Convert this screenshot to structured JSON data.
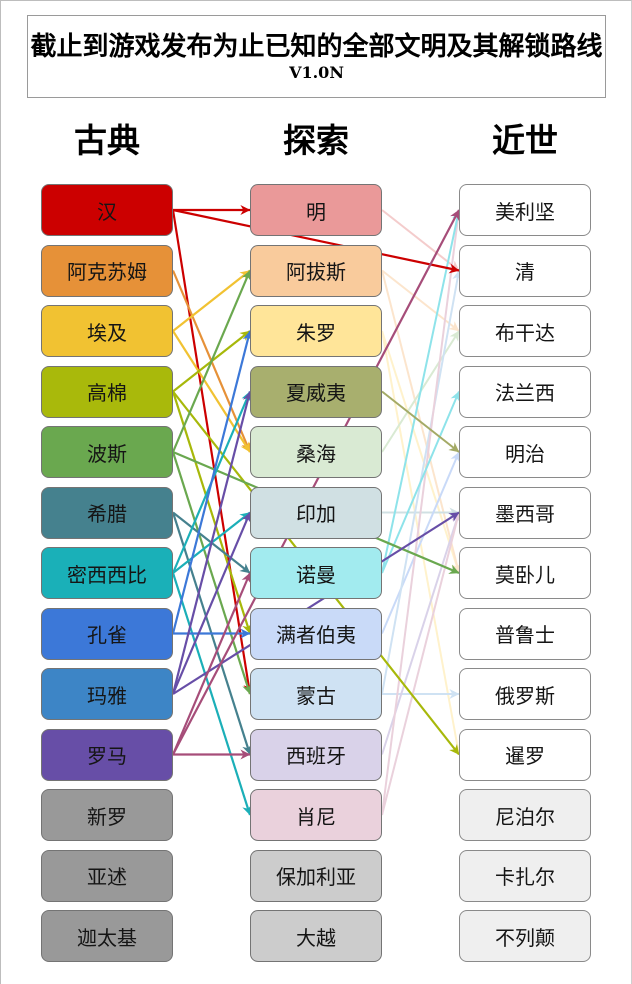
{
  "title": {
    "main": "截止到游戏发布为止已知的全部文明及其解锁路线",
    "version": "V1.0N"
  },
  "columns": [
    {
      "id": "antiquity",
      "header": "古典",
      "civs": [
        {
          "name": "汉",
          "color": "#CC0000"
        },
        {
          "name": "阿克苏姆",
          "color": "#E69138"
        },
        {
          "name": "埃及",
          "color": "#F1C232"
        },
        {
          "name": "高棉",
          "color": "#A9B90B"
        },
        {
          "name": "波斯",
          "color": "#6AA84F"
        },
        {
          "name": "希腊",
          "color": "#45818E"
        },
        {
          "name": "密西西比",
          "color": "#1AB0B8"
        },
        {
          "name": "孔雀",
          "color": "#3C78D8"
        },
        {
          "name": "玛雅",
          "color": "#3D85C6"
        },
        {
          "name": "罗马",
          "color": "#674EA7"
        },
        {
          "name": "新罗",
          "color": "#999999"
        },
        {
          "name": "亚述",
          "color": "#999999"
        },
        {
          "name": "迦太基",
          "color": "#999999"
        }
      ]
    },
    {
      "id": "exploration",
      "header": "探索",
      "civs": [
        {
          "name": "明",
          "color": "#EA9999"
        },
        {
          "name": "阿拔斯",
          "color": "#F9CB9C"
        },
        {
          "name": "朱罗",
          "color": "#FFE599"
        },
        {
          "name": "夏威夷",
          "color": "#A8AF6E"
        },
        {
          "name": "桑海",
          "color": "#D9EAD3"
        },
        {
          "name": "印加",
          "color": "#D0E0E3"
        },
        {
          "name": "诺曼",
          "color": "#A2EBEF"
        },
        {
          "name": "满者伯夷",
          "color": "#C9DAF8"
        },
        {
          "name": "蒙古",
          "color": "#CFE2F3"
        },
        {
          "name": "西班牙",
          "color": "#D9D2E9"
        },
        {
          "name": "肖尼",
          "color": "#EAD1DC"
        },
        {
          "name": "保加利亚",
          "color": "#CCCCCC"
        },
        {
          "name": "大越",
          "color": "#CCCCCC"
        }
      ]
    },
    {
      "id": "modern",
      "header": "近世",
      "civs": [
        {
          "name": "美利坚",
          "color": "#FFFFFF"
        },
        {
          "name": "清",
          "color": "#FFFFFF"
        },
        {
          "name": "布干达",
          "color": "#FFFFFF"
        },
        {
          "name": "法兰西",
          "color": "#FFFFFF"
        },
        {
          "name": "明治",
          "color": "#FFFFFF"
        },
        {
          "name": "墨西哥",
          "color": "#FFFFFF"
        },
        {
          "name": "莫卧儿",
          "color": "#FFFFFF"
        },
        {
          "name": "普鲁士",
          "color": "#FFFFFF"
        },
        {
          "name": "俄罗斯",
          "color": "#FFFFFF"
        },
        {
          "name": "暹罗",
          "color": "#FFFFFF"
        },
        {
          "name": "尼泊尔",
          "color": "#EFEFEF"
        },
        {
          "name": "卡扎尔",
          "color": "#EFEFEF"
        },
        {
          "name": "不列颠",
          "color": "#EFEFEF"
        }
      ]
    }
  ],
  "edges": [
    {
      "from": "朱罗",
      "to": "莫卧儿",
      "color": "#FFF2CC"
    },
    {
      "from": "朱罗",
      "to": "暹罗",
      "color": "#FFF2CC"
    },
    {
      "from": "阿拔斯",
      "to": "布干达",
      "color": "#FCE5CD"
    },
    {
      "from": "阿拔斯",
      "to": "莫卧儿",
      "color": "#FCE5CD"
    },
    {
      "from": "明",
      "to": "清",
      "color": "#F4CCCC"
    },
    {
      "from": "桑海",
      "to": "布干达",
      "color": "#D9EAD3"
    },
    {
      "from": "印加",
      "to": "墨西哥",
      "color": "#D0E0E3"
    },
    {
      "from": "满者伯夷",
      "to": "明治",
      "color": "#C9DAF8"
    },
    {
      "from": "蒙古",
      "to": "俄罗斯",
      "color": "#CFE2F3"
    },
    {
      "from": "蒙古",
      "to": "清",
      "color": "#CFE2F3"
    },
    {
      "from": "西班牙",
      "to": "墨西哥",
      "color": "#D9D2E9"
    },
    {
      "from": "肖尼",
      "to": "美利坚",
      "color": "#EAD1DC"
    },
    {
      "from": "肖尼",
      "to": "墨西哥",
      "color": "#EAD1DC"
    },
    {
      "from": "诺曼",
      "to": "美利坚",
      "color": "#8EE3EA"
    },
    {
      "from": "诺曼",
      "to": "法兰西",
      "color": "#8EE3EA"
    },
    {
      "from": "夏威夷",
      "to": "明治",
      "color": "#A4AA66"
    },
    {
      "from": "汉",
      "to": "明",
      "color": "#CC0000"
    },
    {
      "from": "汉",
      "to": "蒙古",
      "color": "#CC0000"
    },
    {
      "from": "汉",
      "to": "清",
      "color": "#CC0000"
    },
    {
      "from": "阿克苏姆",
      "to": "桑海",
      "color": "#E69138"
    },
    {
      "from": "埃及",
      "to": "阿拔斯",
      "color": "#F1C232"
    },
    {
      "from": "埃及",
      "to": "桑海",
      "color": "#F1C232"
    },
    {
      "from": "高棉",
      "to": "朱罗",
      "color": "#A7B80A"
    },
    {
      "from": "高棉",
      "to": "满者伯夷",
      "color": "#A7B80A"
    },
    {
      "from": "高棉",
      "to": "暹罗",
      "color": "#A7B80A"
    },
    {
      "from": "波斯",
      "to": "阿拔斯",
      "color": "#6AA84F"
    },
    {
      "from": "波斯",
      "to": "蒙古",
      "color": "#6AA84F"
    },
    {
      "from": "波斯",
      "to": "莫卧儿",
      "color": "#6AA84F"
    },
    {
      "from": "希腊",
      "to": "诺曼",
      "color": "#45818E"
    },
    {
      "from": "希腊",
      "to": "西班牙",
      "color": "#45818E"
    },
    {
      "from": "密西西比",
      "to": "夏威夷",
      "color": "#1BAFB8"
    },
    {
      "from": "密西西比",
      "to": "印加",
      "color": "#1BAFB8"
    },
    {
      "from": "密西西比",
      "to": "肖尼",
      "color": "#1BAFB8"
    },
    {
      "from": "孔雀",
      "to": "朱罗",
      "color": "#3C78D8"
    },
    {
      "from": "孔雀",
      "to": "满者伯夷",
      "color": "#3C78D8"
    },
    {
      "from": "玛雅",
      "to": "夏威夷",
      "color": "#674EA7"
    },
    {
      "from": "玛雅",
      "to": "印加",
      "color": "#674EA7"
    },
    {
      "from": "玛雅",
      "to": "墨西哥",
      "color": "#674EA7"
    },
    {
      "from": "罗马",
      "to": "诺曼",
      "color": "#A64D79"
    },
    {
      "from": "罗马",
      "to": "西班牙",
      "color": "#A64D79"
    },
    {
      "from": "罗马",
      "to": "美利坚",
      "color": "#A64D79"
    }
  ]
}
